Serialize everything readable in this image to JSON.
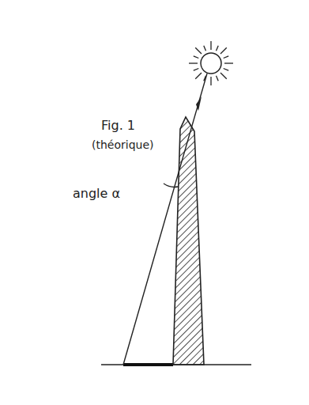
{
  "diagram": {
    "labels": [
      "Fig. 1",
      "(théorique)",
      "angle α"
    ]
  }
}
